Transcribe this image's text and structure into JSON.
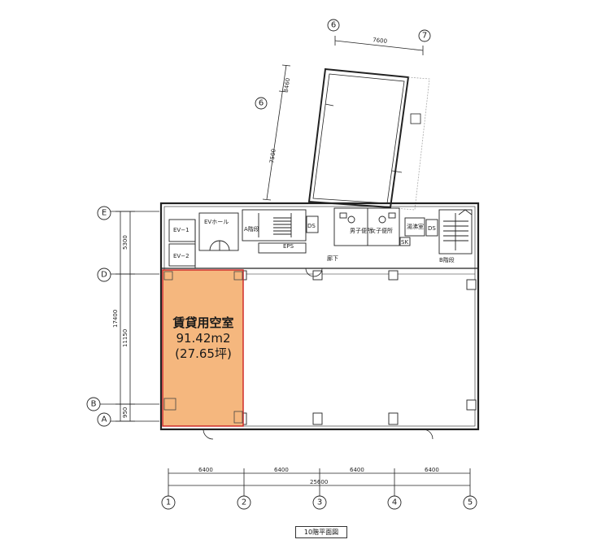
{
  "rental": {
    "title": "賃貸用空室",
    "area_m2": "91.42m2",
    "area_tsubo": "(27.65坪)",
    "fill_color": "#f5b77e",
    "border_color": "#cc2222"
  },
  "caption": "10階平面図",
  "grid_columns": [
    "1",
    "2",
    "3",
    "4",
    "5"
  ],
  "grid_rows": [
    "E",
    "D",
    "B",
    "A"
  ],
  "grid_annex": [
    "6",
    "7"
  ],
  "dims_bottom": [
    "6400",
    "6400",
    "6400",
    "6400"
  ],
  "dim_total": "25600",
  "dims_left": [
    "5300",
    "11150",
    "950"
  ],
  "dim_left_total": "17400",
  "dims_annex": [
    "7600",
    "3460",
    "7500"
  ],
  "rooms": {
    "ev1": "EV−1",
    "ev2": "EV−2",
    "ev_hall": "EVホール",
    "stair_a": "A階段",
    "ds_left": "DS",
    "eps": "EPS",
    "corridor": "廊下",
    "toilet_m": "男子便所",
    "toilet_f": "女子便所",
    "pantry": "湯沸室",
    "ds_right": "DS",
    "stair_b": "B階段",
    "sk": "SK"
  }
}
